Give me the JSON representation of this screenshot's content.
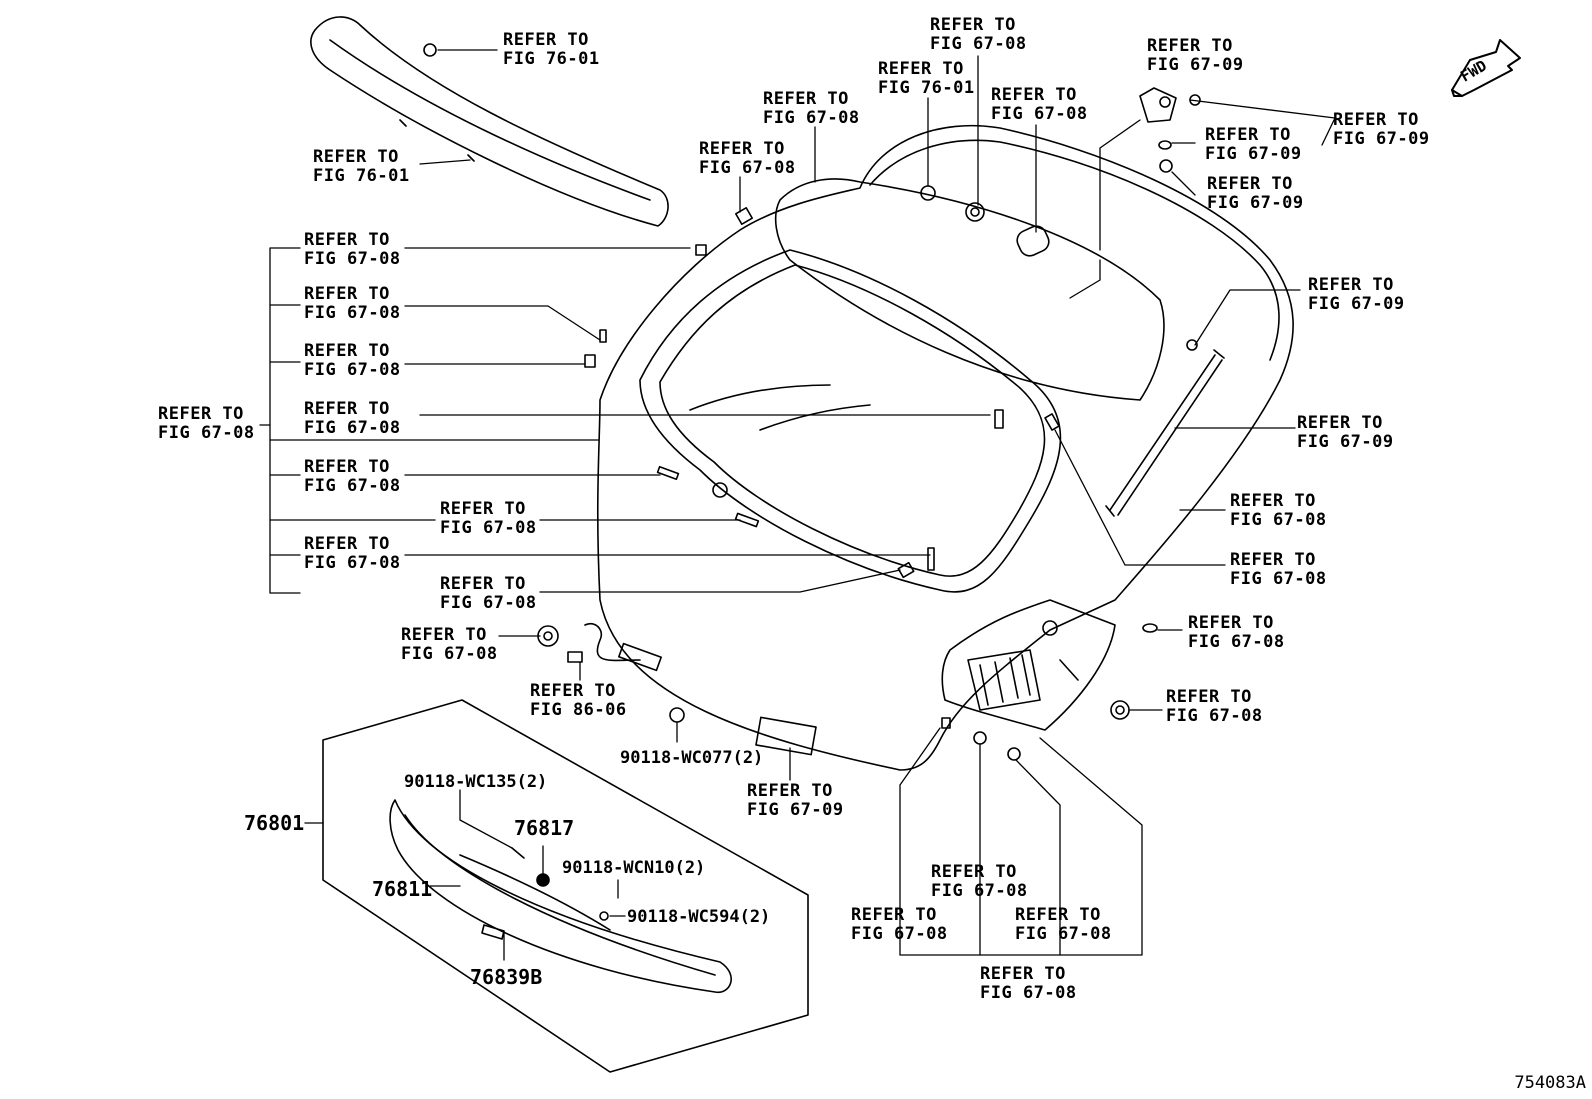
{
  "refer": "REFER TO",
  "refs": {
    "r1": "FIG 76-01",
    "r2": "FIG 76-01",
    "r3": "FIG 67-08",
    "r4": "FIG 76-01",
    "r5": "FIG 67-08",
    "r6": "FIG 67-09",
    "r7": "FIG 67-09",
    "r8": "FIG 67-09",
    "r9": "FIG 67-09",
    "r10": "FIG 67-08",
    "r11": "FIG 67-08",
    "r12": "FIG 67-08",
    "r13": "FIG 67-08",
    "r14": "FIG 67-08",
    "r15": "FIG 67-08",
    "r16": "FIG 67-08",
    "r17": "FIG 67-08",
    "r18": "FIG 67-08",
    "r19": "FIG 67-08",
    "r20": "FIG 67-08",
    "r21": "FIG 67-09",
    "r22": "FIG 67-09",
    "r23": "FIG 67-08",
    "r24": "FIG 67-08",
    "r25": "FIG 67-08",
    "r26": "FIG 67-08",
    "r27": "FIG 67-08",
    "r28": "FIG 86-06",
    "r29": "FIG 67-09",
    "r30": "FIG 67-08",
    "r31": "FIG 67-08",
    "r32": "FIG 67-08",
    "r33": "FIG 67-08"
  },
  "parts": {
    "p76801": "76801",
    "p76811": "76811",
    "p76817": "76817",
    "p76839b": "76839B",
    "bolt_wc135": "90118-WC135(2)",
    "clip_wcn10": "90118-WCN10(2)",
    "clip_wc594": "90118-WC594(2)",
    "clip_wc077": "90118-WC077(2)"
  },
  "fwd": "FWD",
  "diagram_code": "754083A"
}
